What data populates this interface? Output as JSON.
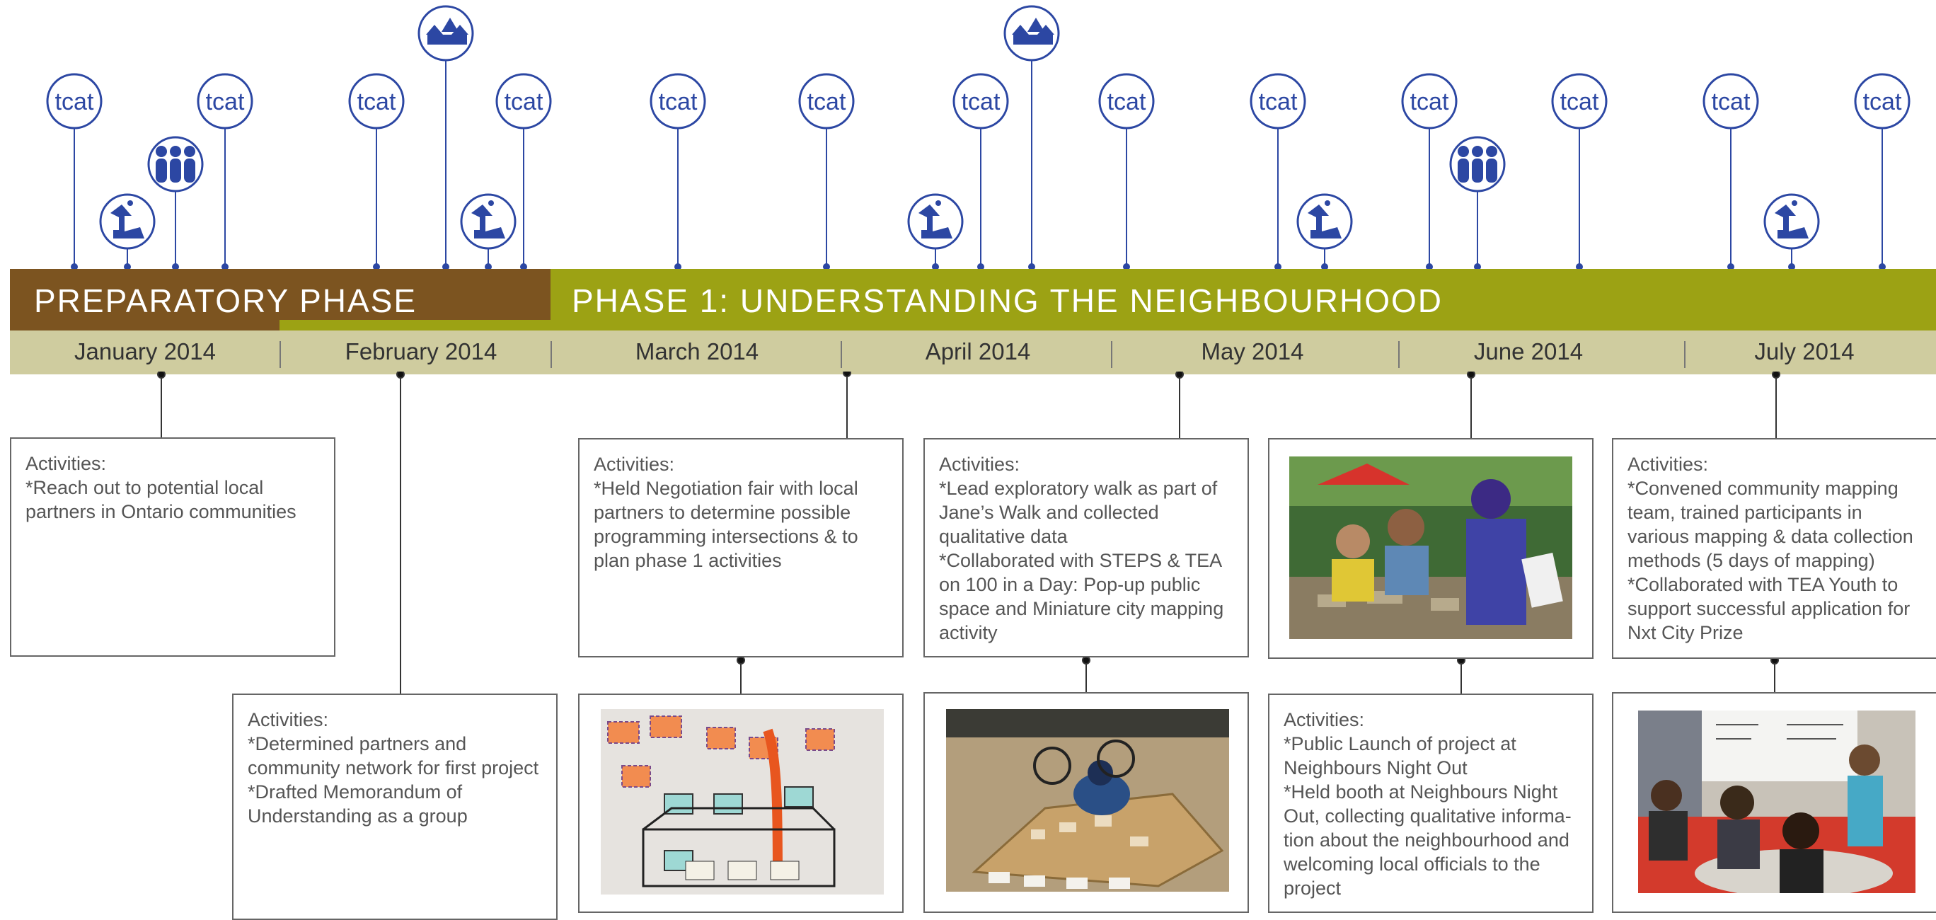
{
  "icon_legend": {
    "partner_text": "tcat"
  },
  "phases": [
    {
      "label": "PREPARATORY PHASE"
    },
    {
      "label": "PHASE 1: UNDERSTANDING THE NEIGHBOURHOOD"
    }
  ],
  "months": [
    "January 2014",
    "February 2014",
    "March 2014",
    "April 2014",
    "May 2014",
    "June 2014",
    "July 2014"
  ],
  "activities": [
    {
      "heading": "Activities:",
      "lines": [
        "*Reach out to potential local partners in Ontario communities"
      ]
    },
    {
      "heading": "Activities:",
      "lines": [
        "*Determined partners and community network for first project",
        "*Drafted Memorandum of Understanding as a group"
      ]
    },
    {
      "heading": "Activities:",
      "lines": [
        "*Held Negotiation fair with local partners to determine possible programming intersections & to plan phase 1 activities"
      ]
    },
    {
      "heading": "Activities:",
      "lines": [
        "*Lead exploratory walk as part of Jane’s Walk and collected qualitative data",
        "*Collaborated with STEPS & TEA on 100 in a Day: Pop-up public space and Miniature city mapping activity"
      ]
    },
    {
      "heading": "Activities:",
      "lines": [
        "*Public Launch of project at Neighbours Night Out",
        "*Held booth at Neighbours Night Out, collecting qualitative informa-tion about the neighbourhood and welcoming local officials to the project"
      ]
    },
    {
      "heading": "Activities:",
      "lines": [
        "*Convened community mapping team, trained participants in various mapping & data collection methods (5 days of mapping)",
        "*Collaborated with TEA Youth to support successful application for Nxt City Prize"
      ]
    }
  ],
  "colors": {
    "icon_blue": "#2c47a3",
    "prep_brown": "#7c5420",
    "phase1_green": "#9ca214",
    "month_band": "#cfcc9f"
  }
}
